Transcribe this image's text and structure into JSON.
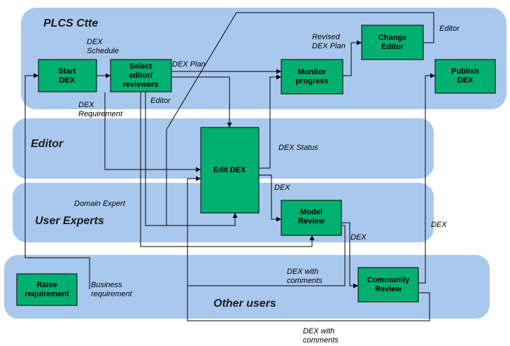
{
  "colors": {
    "lane_fill": "#a9c8ee",
    "box_fill": "#00b070",
    "line": "#000000"
  },
  "lanes": {
    "plcs": "PLCS Ctte",
    "editor": "Editor",
    "user_experts": "User Experts",
    "other_users": "Other users"
  },
  "boxes": {
    "start_dex": [
      "Start",
      "DEX"
    ],
    "select_editor": [
      "Select",
      "editor/",
      "reviewers"
    ],
    "monitor_progress": [
      "Monitor",
      "progress"
    ],
    "change_editor": [
      "Change",
      "Editor"
    ],
    "publish_dex": [
      "Publish",
      "DEX"
    ],
    "edit_dex": [
      "Edit DEX"
    ],
    "model_review": [
      "Model",
      "Review"
    ],
    "community_review": [
      "Community",
      "Review"
    ],
    "raise_requirement": [
      "Raise",
      "requirement"
    ]
  },
  "labels": {
    "dex_schedule": [
      "DEX",
      "Schedule"
    ],
    "dex_plan": [
      "DEX Plan"
    ],
    "revised_dex_plan": [
      "Revised",
      "DEX Plan"
    ],
    "editor_top": [
      "Editor"
    ],
    "editor_mid": [
      "Editor"
    ],
    "dex_requirement": [
      "DEX",
      "Requirement"
    ],
    "dex_status": [
      "DEX Status"
    ],
    "domain_expert": [
      "Domain Expert"
    ],
    "dex_after_edit": [
      "DEX"
    ],
    "dex_after_review": [
      "DEX"
    ],
    "dex_publish": [
      "DEX"
    ],
    "dex_with_comments_1": [
      "DEX with",
      "comments"
    ],
    "business_requirement": [
      "Business",
      "requirement"
    ],
    "dex_with_comments_2": [
      "DEX with",
      "comments"
    ]
  }
}
